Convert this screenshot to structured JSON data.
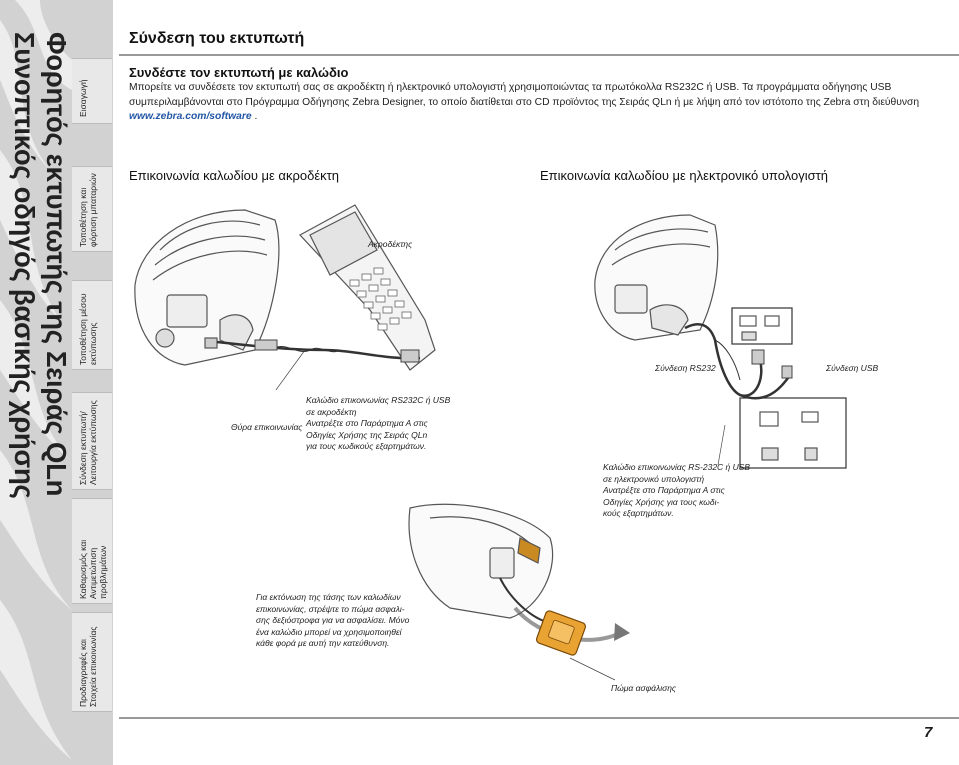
{
  "sidebar": {
    "title_lines": [
      "Φορητός εκτυπωτής της Σειράς QLn",
      "Συνοπτικός οδηγός βασικής χρήσης"
    ],
    "tabs": [
      {
        "label": "Εισαγωγή"
      },
      {
        "label": "Τοποθέτηση και φόρτιση μπαταριών"
      },
      {
        "label": "Τοποθέτηση μέσου εκτύπωσης"
      },
      {
        "label": "Σύνδεση εκτυπωτή/Λειτουργία εκτύπωσης"
      },
      {
        "label": "Καθαρισμός και Αντιμετώπιση προβλημάτων"
      },
      {
        "label": "Προδιαγραφές και Στοιχεία επικοινωνίας"
      }
    ]
  },
  "header": {
    "title": "Σύνδεση του εκτυπωτή"
  },
  "section": {
    "heading": "Συνδέστε τον εκτυπωτή με καλώδιο",
    "intro_text": "Μπορείτε να συνδέσετε τον εκτυπωτή σας σε ακροδέκτη ή ηλεκτρονικό υπολογιστή χρησιμοποιώντας τα πρωτόκολλα RS232C ή USB. Τα προγράμματα οδήγησης USB συμπεριλαμβάνονται στο Πρόγραμμα Οδήγησης Zebra Designer, το οποίο διατίθεται στο CD προϊόντος της Σειράς QLn ή με λήψη από τον ιστότοπο της Zebra στη διεύθυνση",
    "link": "www.zebra.com/software",
    "link_suffix": "."
  },
  "left_panel": {
    "heading": "Επικοινωνία καλωδίου με ακροδέκτη",
    "labels": {
      "terminal": "Ακροδέκτης",
      "port": "Θύρα επικοινωνίας",
      "cable_line1": "Καλώδιο επικοινωνίας RS232C ή USB",
      "cable_line2": "σε ακροδέκτη",
      "cable_line3": "Ανατρέξτε στο Παράρτημα Α στις",
      "cable_line4": "Οδηγίες Χρήσης της Σειράς QLn",
      "cable_line5": "για τους κωδικούς εξαρτημάτων."
    }
  },
  "right_panel": {
    "heading": "Επικοινωνία καλωδίου με ηλεκτρονικό υπολογιστή",
    "labels": {
      "rs232": "Σύνδεση RS232",
      "usb": "Σύνδεση USB",
      "cable_line1": "Καλώδιο επικοινωνίας RS-232C ή USB",
      "cable_line2": "σε ηλεκτρονικό υπολογιστή",
      "cable_line3": "Ανατρέξτε στο Παράρτημα Α στις",
      "cable_line4": "Οδηγίες Χρήσης για τους κωδι-",
      "cable_line5": "κούς εξαρτημάτων."
    }
  },
  "bottom_panel": {
    "note_line1": "Για εκτόνωση της τάσης των καλωδίων",
    "note_line2": "επικοινωνίας, στρέψτε το πώμα ασφαλι-",
    "note_line3": "σης δεξιόστροφα για να ασφαλίσει. Μόνο",
    "note_line4": "ένα καλώδιο μπορεί να χρησιμοποιηθεί",
    "note_line5": "κάθε φορά με αυτή την κατεύθυνση.",
    "lock_cap": "Πώμα ασφάλισης"
  },
  "footer": {
    "page_number": "7"
  },
  "colors": {
    "band": "#d2d2d2",
    "link": "#2357a6",
    "lock_cap": "#e8a332"
  }
}
